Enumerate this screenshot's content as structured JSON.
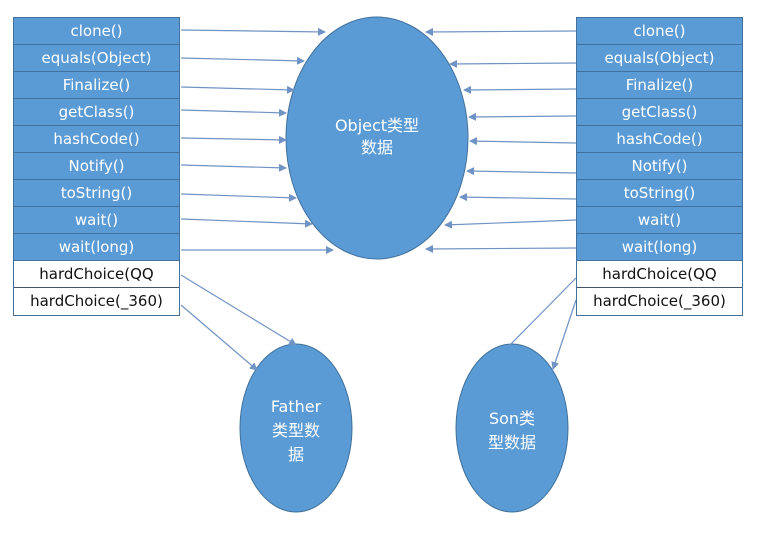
{
  "left_class": {
    "methods": [
      {
        "label": "clone()",
        "inherited": true
      },
      {
        "label": "equals(Object)",
        "inherited": true
      },
      {
        "label": "Finalize()",
        "inherited": true
      },
      {
        "label": "getClass()",
        "inherited": true
      },
      {
        "label": "hashCode()",
        "inherited": true
      },
      {
        "label": "Notify()",
        "inherited": true
      },
      {
        "label": "toString()",
        "inherited": true
      },
      {
        "label": "wait()",
        "inherited": true
      },
      {
        "label": "wait(long)",
        "inherited": true
      },
      {
        "label": "hardChoice(QQ",
        "inherited": false
      },
      {
        "label": "hardChoice(_360)",
        "inherited": false
      }
    ]
  },
  "right_class": {
    "methods": [
      {
        "label": "clone()",
        "inherited": true
      },
      {
        "label": "equals(Object)",
        "inherited": true
      },
      {
        "label": "Finalize()",
        "inherited": true
      },
      {
        "label": "getClass()",
        "inherited": true
      },
      {
        "label": "hashCode()",
        "inherited": true
      },
      {
        "label": "Notify()",
        "inherited": true
      },
      {
        "label": "toString()",
        "inherited": true
      },
      {
        "label": "wait()",
        "inherited": true
      },
      {
        "label": "wait(long)",
        "inherited": true
      },
      {
        "label": "hardChoice(QQ",
        "inherited": false
      },
      {
        "label": "hardChoice(_360)",
        "inherited": false
      }
    ]
  },
  "ellipses": {
    "object": {
      "line1": "Object类型",
      "line2": "数据"
    },
    "father": {
      "line1": "Father",
      "line2": "类型数",
      "line3": "据"
    },
    "son": {
      "line1": "Son类",
      "line2": "型数据"
    }
  },
  "colors": {
    "fill": "#5b9bd5",
    "border": "#41719c",
    "arrow": "#6f93c4"
  }
}
